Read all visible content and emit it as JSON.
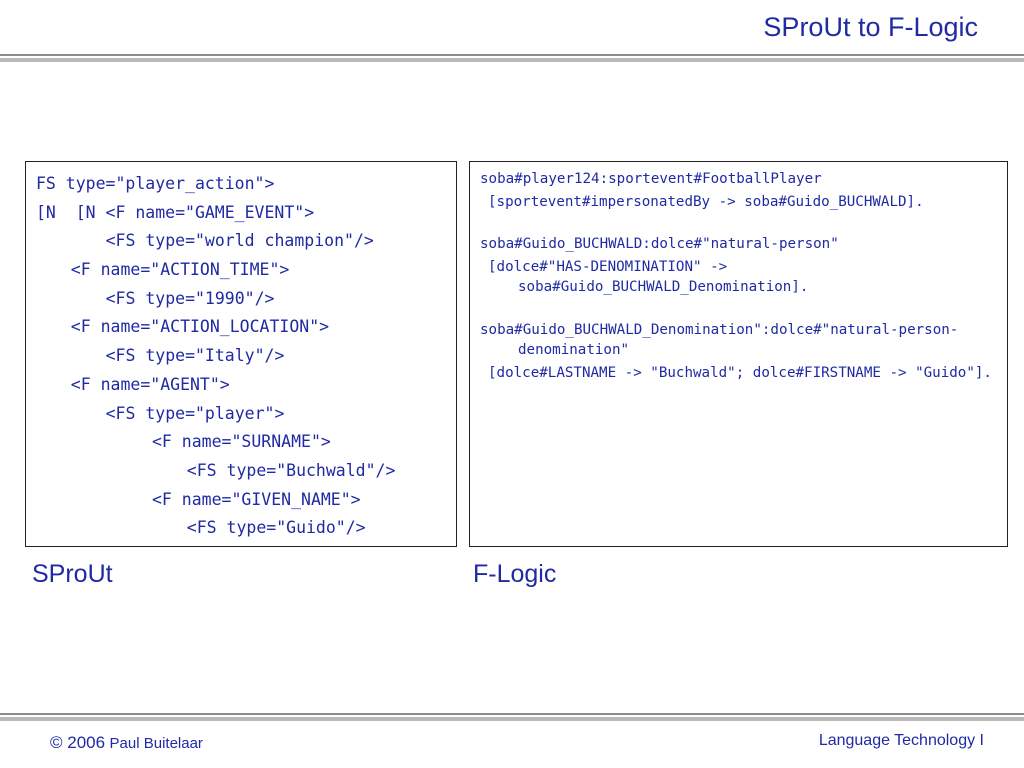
{
  "slide": {
    "title": "SProUt to F-Logic"
  },
  "sprout": {
    "caption": "SProUt",
    "lines": [
      {
        "indent": 0,
        "text": "FS type=\"player_action\">"
      },
      {
        "indent": 0,
        "text": "[N  [N <F name=\"GAME_EVENT\">"
      },
      {
        "indent": 6,
        "text": "<FS type=\"world champion\"/>"
      },
      {
        "indent": 3,
        "text": "<F name=\"ACTION_TIME\">"
      },
      {
        "indent": 6,
        "text": "<FS type=\"1990\"/>"
      },
      {
        "indent": 3,
        "text": "<F name=\"ACTION_LOCATION\">"
      },
      {
        "indent": 6,
        "text": "<FS type=\"Italy\"/>"
      },
      {
        "indent": 3,
        "text": "<F name=\"AGENT\">"
      },
      {
        "indent": 6,
        "text": "<FS type=\"player\">"
      },
      {
        "indent": 10,
        "text": "<F name=\"SURNAME\">"
      },
      {
        "indent": 13,
        "text": "<FS type=\"Buchwald\"/>"
      },
      {
        "indent": 10,
        "text": "<F name=\"GIVEN_NAME\">"
      },
      {
        "indent": 13,
        "text": "<FS type=\"Guido\"/>"
      }
    ]
  },
  "flogic": {
    "caption": "F-Logic",
    "blocks": [
      {
        "head": "soba#player124:sportevent#FootballPlayer",
        "body": "[sportevent#impersonatedBy -> soba#Guido_BUCHWALD]."
      },
      {
        "head": "soba#Guido_BUCHWALD:dolce#\"natural-person\"",
        "body": "[dolce#\"HAS-DENOMINATION\" -> soba#Guido_BUCHWALD_Denomination]."
      },
      {
        "head": "soba#Guido_BUCHWALD_Denomination\":dolce#\"natural-person-denomination\"",
        "body": "[dolce#LASTNAME -> \"Buchwald\"; dolce#FIRSTNAME -> \"Guido\"]."
      }
    ]
  },
  "footer": {
    "copyright_symbol": "© 2006",
    "author": "Paul Buitelaar",
    "course": "Language Technology I"
  },
  "colors": {
    "text": "#1f2aa3",
    "rule_dark": "#8c8c8c",
    "rule_light": "#b9b9b9",
    "box_border": "#222222"
  }
}
